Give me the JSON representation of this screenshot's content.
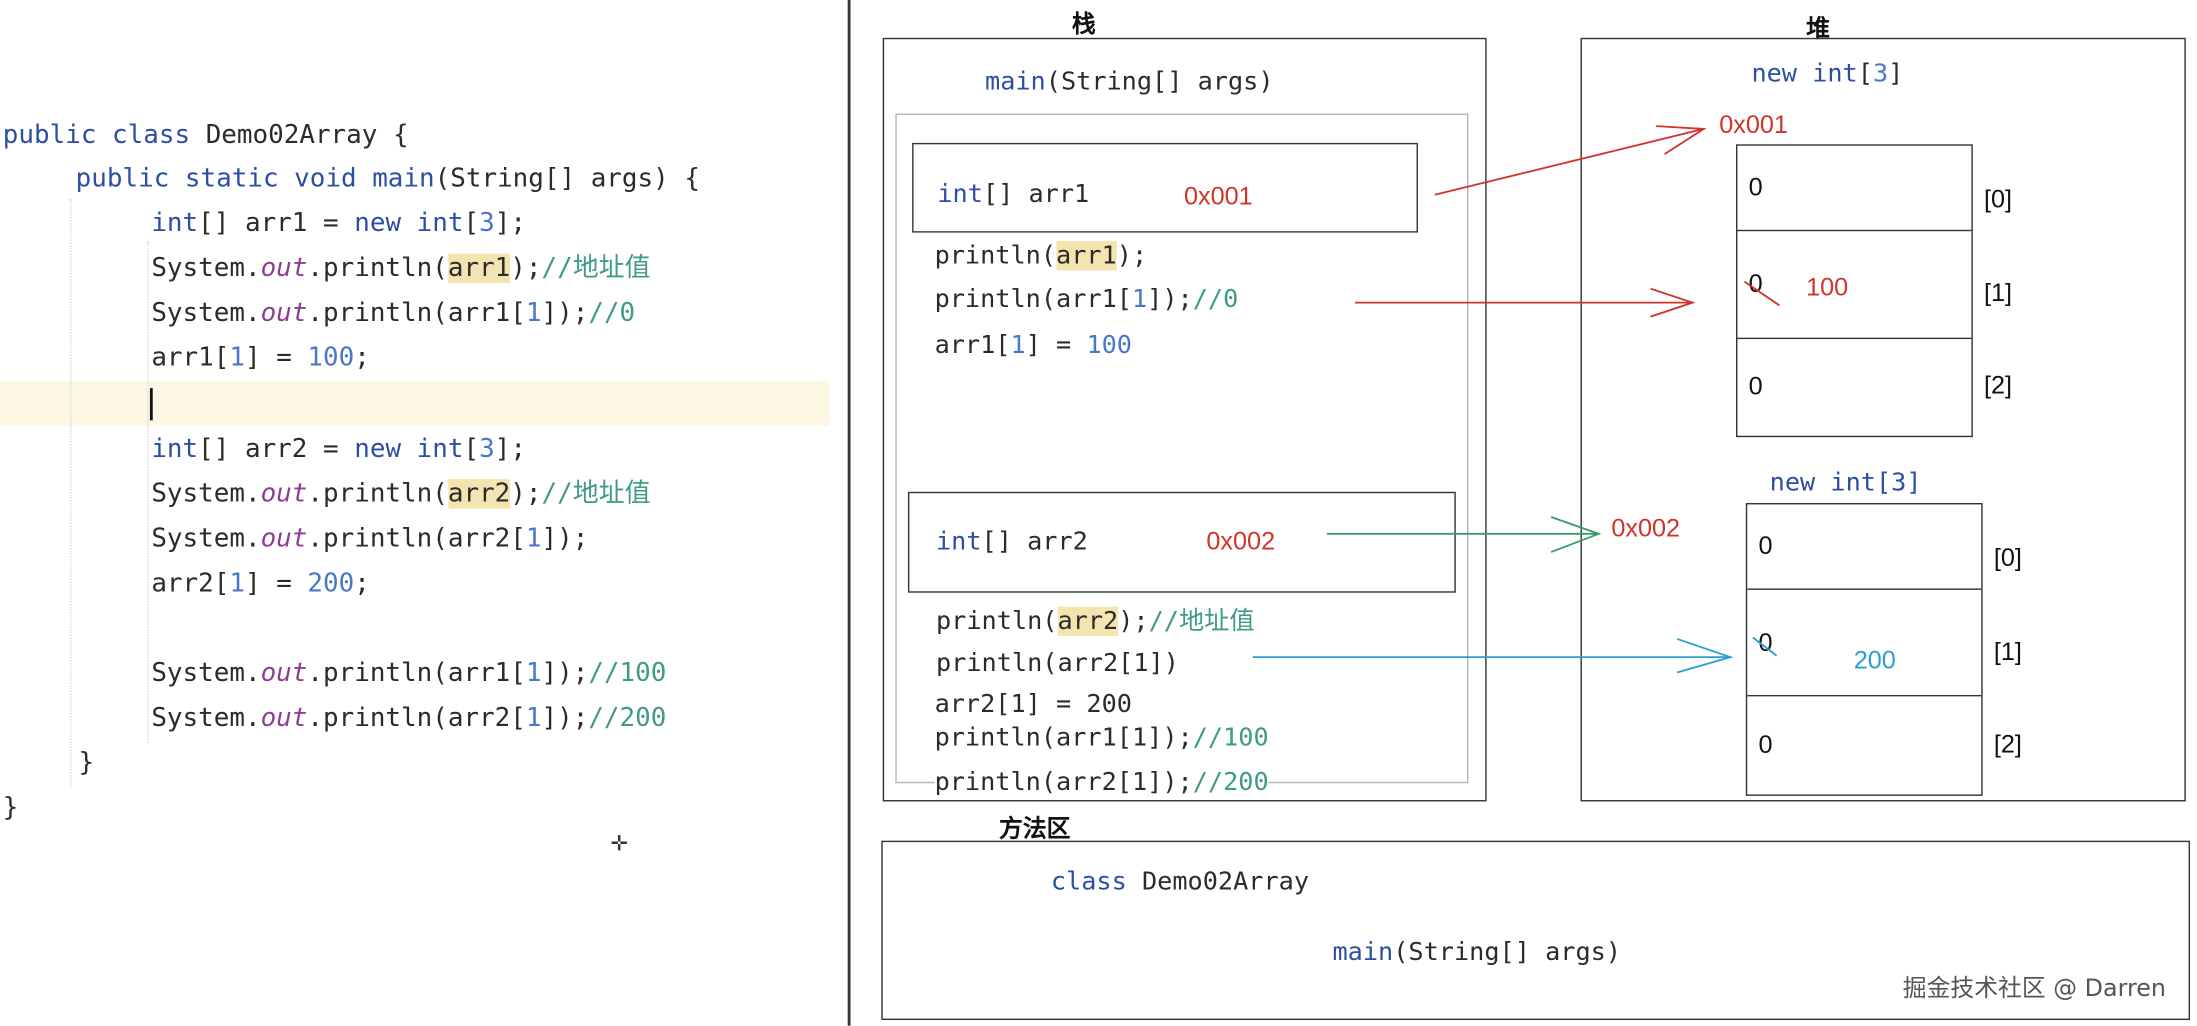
{
  "code": {
    "line1": {
      "kw1": "public",
      "kw2": "class",
      "rest": " Demo02Array {"
    },
    "line2": {
      "kw1": "public",
      "kw2": "static",
      "kw3": "void",
      "name": "main",
      "rest": "(String[] args) {"
    },
    "line3": {
      "kw": "int",
      "a": "[] arr1 = ",
      "new": "new",
      "int2": "int",
      "b": "[",
      "n": "3",
      "c": "];"
    },
    "line4": {
      "pre": "System.",
      "out": "out",
      "mid": ".println(",
      "hl": "arr1",
      "post": ");",
      "cmt": "//地址值"
    },
    "line5": {
      "pre": "System.",
      "out": "out",
      "mid": ".println(arr1[",
      "n": "1",
      "post": "]);",
      "cmt": "//0"
    },
    "line6": {
      "a": "arr1[",
      "n": "1",
      "b": "] = ",
      "v": "100",
      "c": ";"
    },
    "line7": {
      "kw": "int",
      "a": "[] arr2 = ",
      "new": "new",
      "int2": "int",
      "b": "[",
      "n": "3",
      "c": "];"
    },
    "line8": {
      "pre": "System.",
      "out": "out",
      "mid": ".println(",
      "hl": "arr2",
      "post": ");",
      "cmt": "//地址值"
    },
    "line9": {
      "pre": "System.",
      "out": "out",
      "mid": ".println(arr2[",
      "n": "1",
      "post": "]);"
    },
    "line10": {
      "a": "arr2[",
      "n": "1",
      "b": "] = ",
      "v": "200",
      "c": ";"
    },
    "line11": {
      "pre": "System.",
      "out": "out",
      "mid": ".println(arr1[",
      "n": "1",
      "post": "]);",
      "cmt": "//100"
    },
    "line12": {
      "pre": "System.",
      "out": "out",
      "mid": ".println(arr2[",
      "n": "1",
      "post": "]);",
      "cmt": "//200"
    },
    "close1": "}",
    "close2": "}"
  },
  "stack": {
    "title": "栈",
    "frame": {
      "name": "main",
      "rest": "(String[] args)"
    },
    "var1": {
      "kw": "int",
      "rest": "[] arr1",
      "addr": "0x001"
    },
    "stmt1": {
      "a": "println(",
      "hl": "arr1",
      "b": ");"
    },
    "stmt2": {
      "a": "println(arr1[",
      "n": "1",
      "b": "]);",
      "cmt": "//0"
    },
    "stmt3": {
      "a": "arr1[",
      "n": "1",
      "b": "] = ",
      "v": "100"
    },
    "var2": {
      "kw": "int",
      "rest": "[] arr2",
      "addr": "0x002"
    },
    "stmt4": {
      "a": "println(",
      "hl": "arr2",
      "b": ");",
      "cmt": "//地址值"
    },
    "stmt5": "println(arr2[1])",
    "stmt6": "arr2[1] = 200",
    "stmt7": {
      "a": "println(arr1[1]);",
      "cmt": "//100"
    },
    "stmt8": {
      "a": "println(arr2[1]);",
      "cmt": "//200"
    }
  },
  "heap": {
    "title": "堆",
    "array1": {
      "new": "new",
      "int": "int",
      "b": "[",
      "n": "3",
      "c": "]",
      "addr": "0x001",
      "cells": [
        "0",
        "0",
        "0"
      ],
      "indices": [
        "[0]",
        "[1]",
        "[2]"
      ],
      "new_value": "100"
    },
    "array2": {
      "label": "new int[3]",
      "addr": "0x002",
      "cells": [
        "0",
        "0",
        "0"
      ],
      "indices": [
        "[0]",
        "[1]",
        "[2]"
      ],
      "new_value": "200"
    }
  },
  "method_area": {
    "title": "方法区",
    "class_kw": "class",
    "class_name": " Demo02Array",
    "method_name": "main",
    "method_rest": "(String[] args)"
  },
  "watermark": "掘金技术社区 @ Darren",
  "colors": {
    "red": "#d0342c",
    "green": "#3a9a6a",
    "blue": "#2a9fd0",
    "keyword": "#2d4fa3",
    "number": "#4a78c8"
  }
}
